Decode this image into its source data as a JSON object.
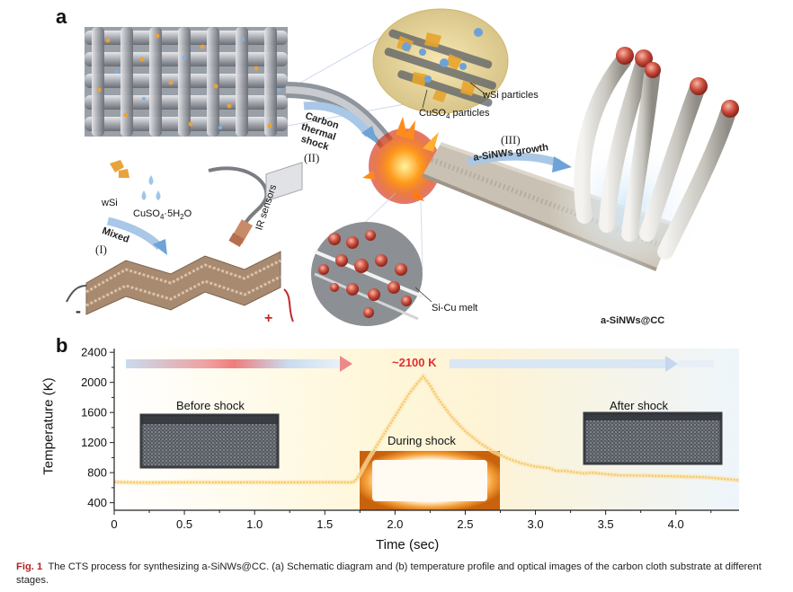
{
  "panel_a": {
    "letter": "a",
    "labels": {
      "wsi_particles": "wSi particles",
      "cuso4_particles": "CuSO",
      "cuso4_particles_sub": "4",
      "cuso4_particles_tail": " particles",
      "carbon_thermal_shock": "Carbon thermal shock",
      "step2": "(II)",
      "step3": "(III)",
      "asinws_growth": "a-SiNWs growth",
      "wsi": "wSi",
      "cuso4_hydrate": "CuSO",
      "cuso4_hydrate_sub": "4",
      "cuso4_hydrate_tail": "·5H",
      "cuso4_hydrate_sub2": "2",
      "cuso4_hydrate_end": "O",
      "mixed": "Mixed",
      "step1": "(I)",
      "ir_sensors": "IR sensors",
      "minus": "-",
      "plus": "+",
      "sicu_melt": "Si-Cu melt",
      "product": "a-SiNWs@CC"
    }
  },
  "panel_b": {
    "letter": "b",
    "peak_label": "~2100 K",
    "photo_before": "Before shock",
    "photo_during": "During shock",
    "photo_after": "After shock"
  },
  "chart_data": {
    "type": "line",
    "xlabel": "Time (sec)",
    "ylabel": "Temperature (K)",
    "xlim": [
      0,
      4.45
    ],
    "ylim": [
      300,
      2450
    ],
    "xticks": [
      0,
      0.5,
      1.0,
      1.5,
      2.0,
      2.5,
      3.0,
      3.5,
      4.0
    ],
    "xtick_labels": [
      "0",
      "0.5",
      "1.0",
      "1.5",
      "2.0",
      "2.5",
      "3.0",
      "3.5",
      "4.0"
    ],
    "yticks": [
      400,
      800,
      1200,
      1600,
      2000,
      2400
    ],
    "ytick_labels": [
      "400",
      "800",
      "1200",
      "1600",
      "2000",
      "2400"
    ],
    "grid": false,
    "series": [
      {
        "x": [
          0,
          0.2,
          0.4,
          0.6,
          0.8,
          1.0,
          1.2,
          1.4,
          1.55,
          1.7,
          1.72,
          1.75,
          1.8,
          1.9,
          2.0,
          2.1,
          2.15,
          2.2,
          2.25,
          2.3,
          2.4,
          2.5,
          2.6,
          2.7,
          2.8,
          2.9,
          3.0,
          3.1,
          3.15,
          3.2,
          3.3,
          3.35,
          3.4,
          3.5,
          3.6,
          3.8,
          4.0,
          4.2,
          4.45
        ],
        "y": [
          675,
          668,
          670,
          672,
          670,
          672,
          670,
          672,
          673,
          672,
          700,
          780,
          950,
          1250,
          1550,
          1850,
          1970,
          2080,
          1960,
          1800,
          1550,
          1350,
          1200,
          1080,
          990,
          925,
          880,
          860,
          820,
          825,
          800,
          790,
          800,
          780,
          765,
          760,
          750,
          740,
          700
        ]
      }
    ]
  },
  "colors": {
    "curve": "#f5c466",
    "caption_label": "#b22222",
    "peak_label": "#e03030"
  },
  "caption": {
    "label": "Fig. 1",
    "text": "The CTS process for synthesizing a-SiNWs@CC. (a) Schematic diagram and (b) temperature profile and optical images of the carbon cloth substrate at different stages."
  }
}
